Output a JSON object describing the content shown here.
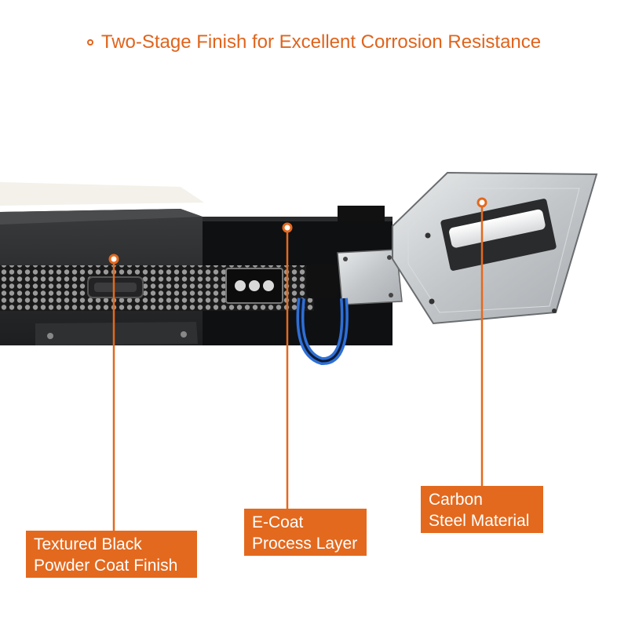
{
  "headline": "Two-Stage Finish for Excellent Corrosion Resistance",
  "colors": {
    "accent_orange": "#e3691e",
    "headline_orange": "#e0641c",
    "textured_black": "#2b2c2e",
    "gloss_black": "#0e0e10",
    "steel_silver": "#c9cccf",
    "shackle_blue": "#2f6fd6"
  },
  "callouts": [
    {
      "name": "powder-coat",
      "text": "Textured Black\nPowder Coat Finish"
    },
    {
      "name": "e-coat",
      "text": "E-Coat\nProcess Layer"
    },
    {
      "name": "carbon-steel",
      "text": "Carbon\nSteel Material"
    }
  ]
}
